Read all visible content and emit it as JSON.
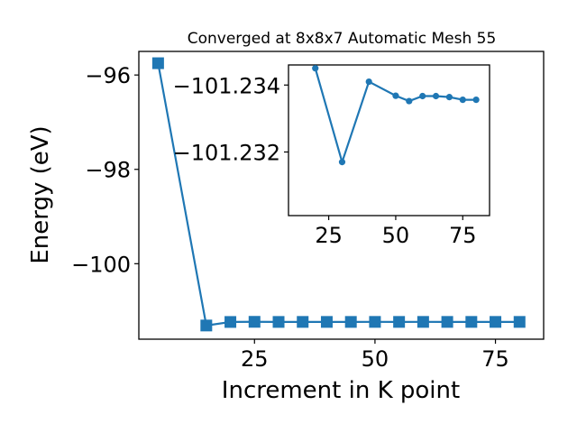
{
  "chart_data": [
    {
      "type": "line",
      "title": "Converged at 8x8x7 Automatic Mesh 55",
      "xlabel": "Increment in K point",
      "ylabel": "Energy (eV)",
      "x": [
        5,
        15,
        20,
        25,
        30,
        35,
        40,
        45,
        50,
        55,
        60,
        65,
        70,
        75,
        80
      ],
      "series": [
        {
          "values": [
            -95.75,
            -101.31,
            -101.235,
            -101.232,
            -101.2343,
            -101.2338,
            -101.2339,
            -101.2341,
            -101.2335,
            -101.2336,
            -101.2335,
            -101.2336,
            -101.2336,
            -101.2337,
            -101.2336
          ]
        }
      ],
      "xlim": [
        1,
        85
      ],
      "ylim": [
        -101.6,
        -95.5
      ],
      "xticks": [
        25,
        50,
        75
      ],
      "yticks": [
        -96,
        -98,
        -100
      ],
      "ytick_labels": [
        "−96",
        "−98",
        "−100"
      ],
      "marker": "square",
      "color": "#1f77b4",
      "grid": false
    },
    {
      "type": "line",
      "title": "",
      "xlabel": "",
      "ylabel": "",
      "x": [
        20,
        30,
        40,
        50,
        55,
        60,
        65,
        70,
        75,
        80
      ],
      "series": [
        {
          "values": [
            -101.2345,
            -101.2317,
            -101.2341,
            -101.23368,
            -101.23352,
            -101.23367,
            -101.23367,
            -101.23364,
            -101.23356,
            -101.23356
          ]
        }
      ],
      "xlim": [
        10,
        85
      ],
      "ylim": [
        -101.2301,
        -101.2346
      ],
      "xticks": [
        25,
        50,
        75
      ],
      "yticks": [
        -101.234,
        -101.232
      ],
      "ytick_labels": [
        "−101.234",
        "−101.232"
      ],
      "marker": "circle",
      "color": "#1f77b4",
      "grid": false
    }
  ]
}
